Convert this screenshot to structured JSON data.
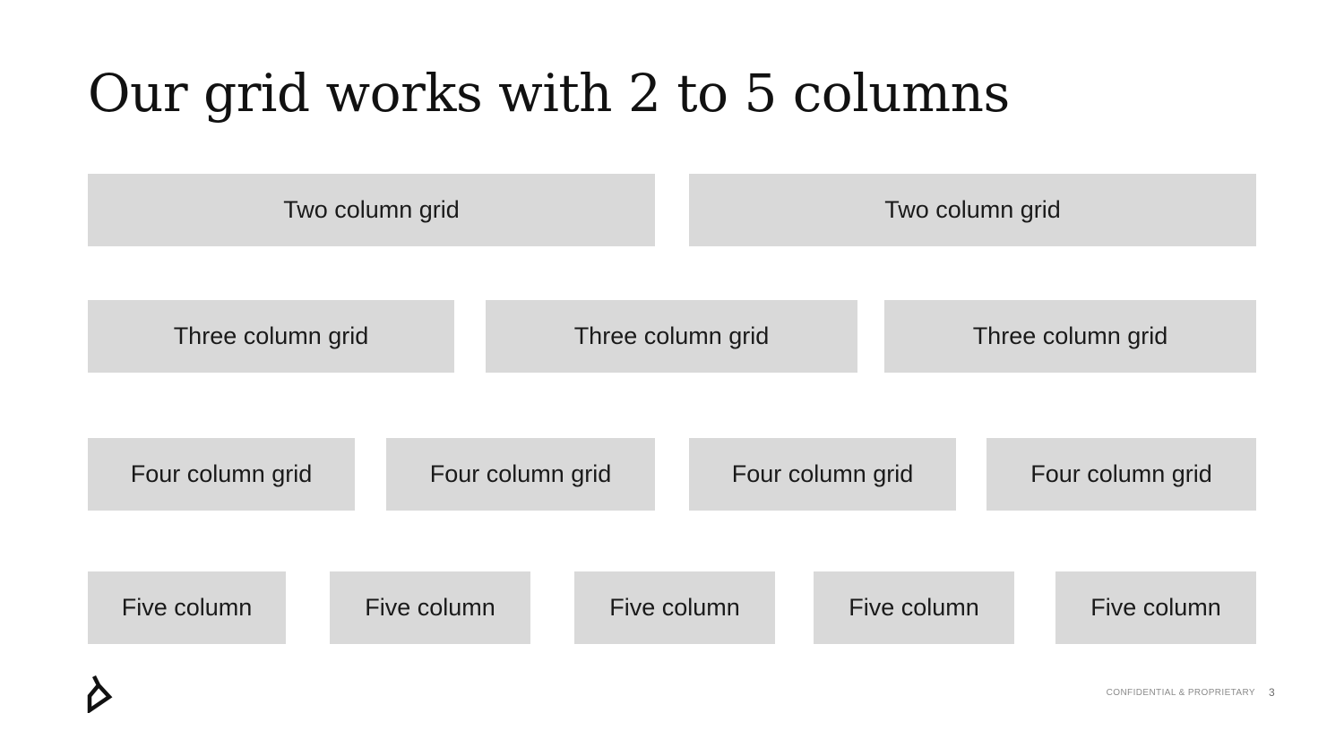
{
  "slide": {
    "title": "Our grid works with 2 to 5 columns"
  },
  "rows": {
    "two": [
      "Two column grid",
      "Two column grid"
    ],
    "three": [
      "Three column grid",
      "Three column grid",
      "Three column grid"
    ],
    "four": [
      "Four column grid",
      "Four column grid",
      "Four column grid",
      "Four column grid"
    ],
    "five": [
      "Five column",
      "Five column",
      "Five column",
      "Five column",
      "Five column"
    ]
  },
  "footer": {
    "confidential": "CONFIDENTIAL & PROPRIETARY",
    "page_number": "3",
    "logo_icon": "brand-logo-icon"
  },
  "colors": {
    "cell_fill": "#d9d9d9",
    "title_text": "#111111",
    "footer_text": "#8a8a8a"
  }
}
